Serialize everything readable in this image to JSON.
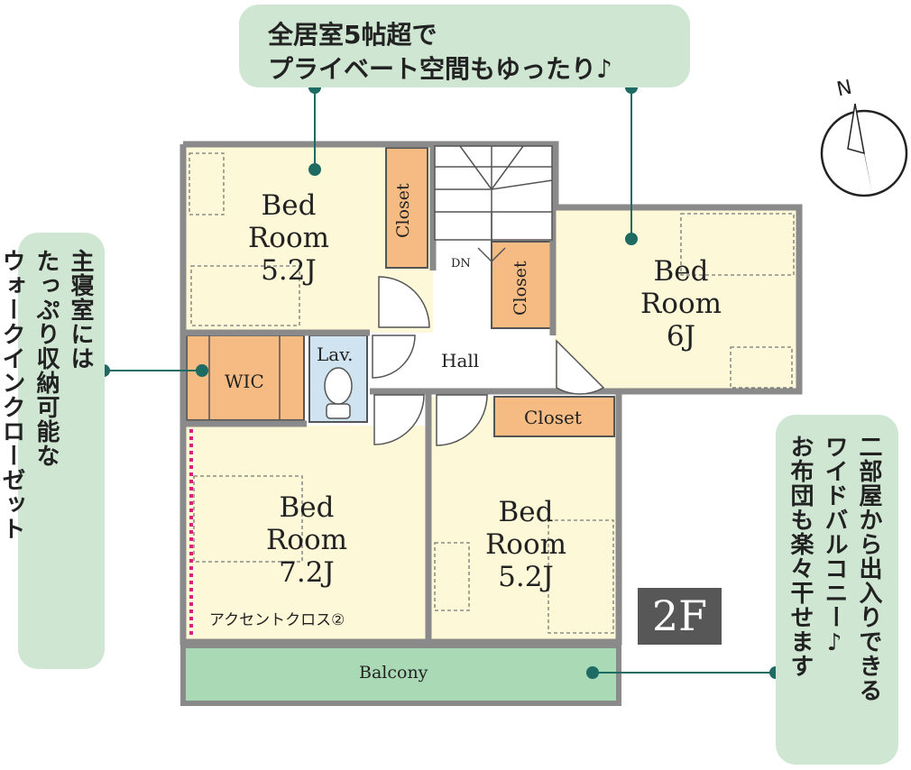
{
  "callouts": {
    "top": [
      "全居室5帖超で",
      "プライベート空間もゆったり♪"
    ],
    "left": [
      "主寝室には",
      "たっぷり収納可能な",
      "ウォークインクローゼット"
    ],
    "right": [
      "二部屋から出入りできる",
      "ワイドバルコニー♪",
      "お布団も楽々干せます"
    ]
  },
  "compass": {
    "label": "N"
  },
  "floor_label": "2F",
  "rooms": {
    "bed_nw": {
      "line1": "Bed",
      "line2": "Room",
      "size": "5.2J"
    },
    "bed_ne": {
      "line1": "Bed",
      "line2": "Room",
      "size": "6J"
    },
    "bed_sw": {
      "line1": "Bed",
      "line2": "Room",
      "size": "7.2J"
    },
    "bed_se": {
      "line1": "Bed",
      "line2": "Room",
      "size": "5.2J"
    }
  },
  "labels": {
    "closet_left": "Closet",
    "closet_mid": "Closet",
    "closet_bottom": "Closet",
    "wic": "WIC",
    "lav": "Lav.",
    "hall": "Hall",
    "dn": "DN",
    "balcony": "Balcony",
    "accent": "アクセントクロス②"
  },
  "colors": {
    "room_fill": "#fdf8d8",
    "closet_fill": "#f5bb82",
    "lav_fill": "#cfe3f0",
    "balcony_fill": "#a9d9b5",
    "bubble_fill": "#cfe6d3",
    "leader": "#1e6b64",
    "wall": "#8a8a8a",
    "accent_line": "#d6237a"
  }
}
